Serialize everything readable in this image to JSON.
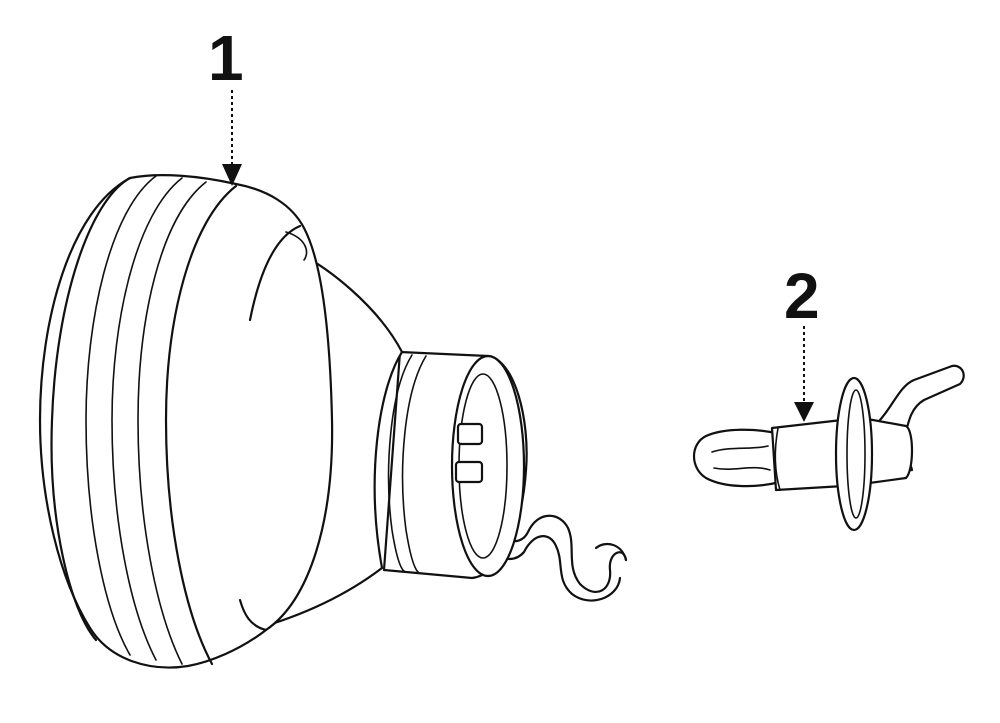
{
  "callouts": {
    "part_1": "1",
    "part_2": "2"
  },
  "colors": {
    "line": "#111111",
    "background": "#ffffff"
  },
  "parts": [
    {
      "callout": "1",
      "icon": "headlamp-housing-icon"
    },
    {
      "callout": "2",
      "icon": "bulb-and-socket-icon"
    }
  ]
}
